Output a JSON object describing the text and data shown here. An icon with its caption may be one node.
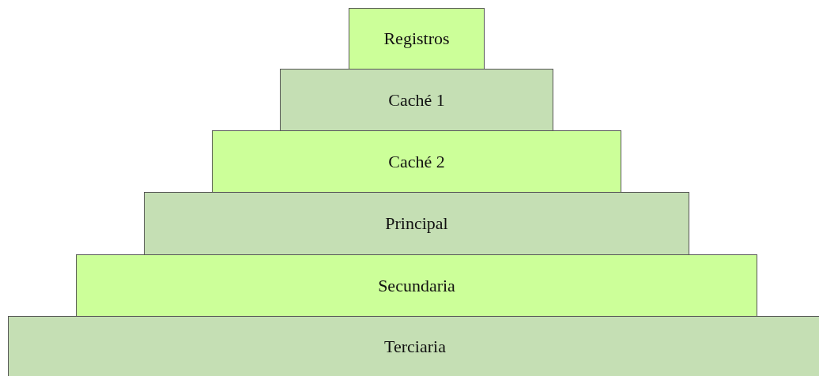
{
  "diagram": {
    "nodes": [
      {
        "text": [
          "Registros"
        ]
      },
      {
        "text": [
          "Caché 1"
        ]
      },
      {
        "text": [
          "Caché 2"
        ]
      },
      {
        "text": [
          "Principal"
        ]
      },
      {
        "text": [
          "Secundaria"
        ]
      },
      {
        "text": [
          "Terciaria"
        ]
      }
    ]
  }
}
